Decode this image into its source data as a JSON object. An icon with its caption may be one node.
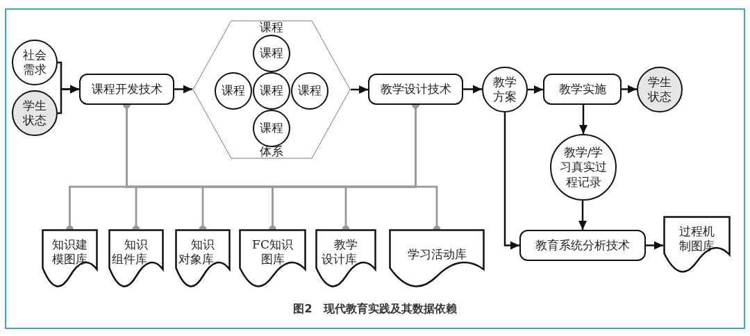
{
  "diagram": {
    "caption": "图2　现代教育实践及其数据依赖",
    "nodes": [
      {
        "text": [
          "社会需求"
        ]
      },
      {
        "text": [
          "学生状态"
        ]
      },
      {
        "text": [
          "课程开发技术"
        ]
      },
      {
        "text": [
          "课程",
          "体系"
        ]
      },
      {
        "text": [
          "课程"
        ],
        "in": 3
      },
      {
        "text": [
          "课程"
        ],
        "in": 3
      },
      {
        "text": [
          "课程"
        ],
        "in": 3
      },
      {
        "text": [
          "课程"
        ],
        "in": 3
      },
      {
        "text": [
          "课程"
        ],
        "in": 3
      },
      {
        "text": [
          "教学设计技术"
        ]
      },
      {
        "text": [
          "教学方案"
        ]
      },
      {
        "text": [
          "教学实施"
        ]
      },
      {
        "text": [
          "学生状态"
        ]
      },
      {
        "text": [
          "教学/学习真实过程记录"
        ]
      },
      {
        "text": [
          "教育系统分析技术"
        ]
      },
      {
        "text": [
          "过程机制图库"
        ]
      },
      {
        "text": [
          "知识建模图库"
        ]
      },
      {
        "text": [
          "知识组件库"
        ]
      },
      {
        "text": [
          "知识对象库"
        ]
      },
      {
        "text": [
          "FC知识图库"
        ]
      },
      {
        "text": [
          "教学设计库"
        ]
      },
      {
        "text": [
          "学习活动库"
        ]
      }
    ],
    "edges": [
      {
        "from": 0,
        "to": 2,
        "arrow": "to",
        "color": "#111111"
      },
      {
        "from": 1,
        "to": 2,
        "arrow": "to",
        "color": "#111111"
      },
      {
        "from": 2,
        "to": 3,
        "arrow": "to",
        "color": "#111111"
      },
      {
        "from": 3,
        "to": 9,
        "arrow": "to",
        "color": "#111111"
      },
      {
        "from": 9,
        "to": 10,
        "arrow": "to",
        "color": "#111111"
      },
      {
        "from": 10,
        "to": 11,
        "arrow": "to",
        "color": "#111111"
      },
      {
        "from": 11,
        "to": 12,
        "arrow": "to",
        "color": "#111111"
      },
      {
        "from": 11,
        "to": 13,
        "arrow": "to",
        "color": "#111111"
      },
      {
        "from": 13,
        "to": 14,
        "arrow": "to",
        "color": "#111111"
      },
      {
        "from": 10,
        "to": 14,
        "arrow": "to",
        "color": "#111111"
      },
      {
        "from": 14,
        "to": 15,
        "arrow": "to",
        "color": "#111111"
      },
      {
        "from": 2,
        "to": 16,
        "arrow": "other",
        "color": "#9a9a9a"
      },
      {
        "from": 2,
        "to": 17,
        "arrow": "other",
        "color": "#9a9a9a"
      },
      {
        "from": 2,
        "to": 18,
        "arrow": "other",
        "color": "#9a9a9a"
      },
      {
        "from": 2,
        "to": 19,
        "arrow": "other",
        "color": "#9a9a9a"
      },
      {
        "from": 2,
        "to": 20,
        "arrow": "other",
        "color": "#9a9a9a"
      },
      {
        "from": 2,
        "to": 21,
        "arrow": "other",
        "color": "#9a9a9a"
      },
      {
        "from": 9,
        "to": 16,
        "arrow": "other",
        "color": "#9a9a9a"
      },
      {
        "from": 9,
        "to": 17,
        "arrow": "other",
        "color": "#9a9a9a"
      },
      {
        "from": 9,
        "to": 18,
        "arrow": "other",
        "color": "#9a9a9a"
      },
      {
        "from": 9,
        "to": 19,
        "arrow": "other",
        "color": "#9a9a9a"
      },
      {
        "from": 9,
        "to": 20,
        "arrow": "other",
        "color": "#9a9a9a"
      },
      {
        "from": 9,
        "to": 21,
        "arrow": "other",
        "color": "#9a9a9a"
      }
    ]
  }
}
